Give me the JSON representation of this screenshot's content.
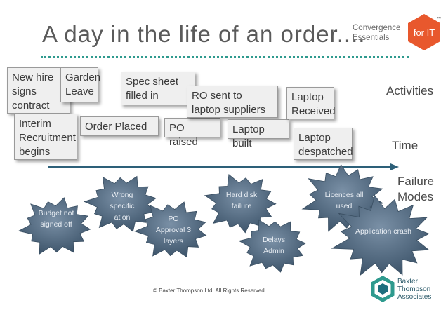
{
  "slide": {
    "title": "A day in the life of an order....",
    "brand_line1": "Convergence",
    "brand_line2": "Essentials",
    "brand_badge": "for IT",
    "brand_tm": "™",
    "footer": "© Baxter Thompson Ltd,  All Rights Reserved",
    "company_line1": "Baxter",
    "company_line2": "Thompson",
    "company_line3": "Associates"
  },
  "labels": {
    "activities": "Activities",
    "time": "Time",
    "failure_modes_line1": "Failure",
    "failure_modes_line2": "Modes"
  },
  "activities": [
    "New hire signs contract",
    "Garden Leave",
    "Interim Recruitment begins",
    "Order Placed",
    "Spec sheet filled in",
    "PO raised",
    "RO sent to laptop suppliers",
    "Laptop built",
    "Laptop Received",
    "Laptop despatched"
  ],
  "failures": [
    "Budget not signed off",
    "Wrong specific ation",
    "PO Approval 3 layers",
    "Hard disk failure",
    "Delays Admin",
    "Licences all used",
    "Application crash"
  ],
  "colors": {
    "accent_teal": "#2e9a8e",
    "logo_orange": "#e8582d",
    "star_fill": "#586e83",
    "box_fill": "#efefef"
  }
}
